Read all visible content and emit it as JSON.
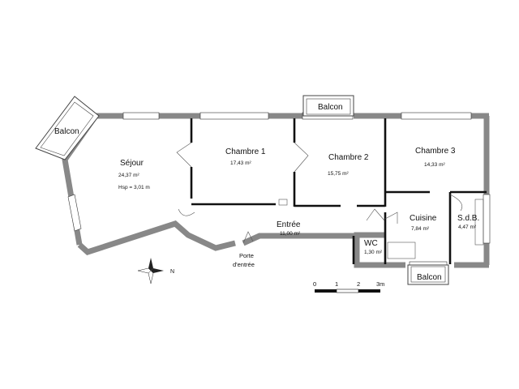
{
  "rooms": {
    "sejour": {
      "name": "Séjour",
      "area": "24,37 m²",
      "height": "Hsp = 3,01 m"
    },
    "chambre1": {
      "name": "Chambre 1",
      "area": "17,43 m²"
    },
    "chambre2": {
      "name": "Chambre 2",
      "area": "15,75 m²"
    },
    "chambre3": {
      "name": "Chambre 3",
      "area": "14,33 m²"
    },
    "entree": {
      "name": "Entrée",
      "area": "11,00 m²"
    },
    "cuisine": {
      "name": "Cuisine",
      "area": "7,84 m²"
    },
    "sdb": {
      "name": "S.d.B.",
      "area": "4,47 m²"
    },
    "wc": {
      "name": "WC",
      "area": "1,30 m²"
    }
  },
  "balconies": {
    "left": "Balcon",
    "top": "Balcon",
    "bottom": "Balcon"
  },
  "entrance": {
    "line1": "Porte",
    "line2": "d'entrée"
  },
  "scale": {
    "labels": [
      "0",
      "1",
      "2",
      "3m"
    ]
  },
  "compass": {
    "north": "N"
  }
}
